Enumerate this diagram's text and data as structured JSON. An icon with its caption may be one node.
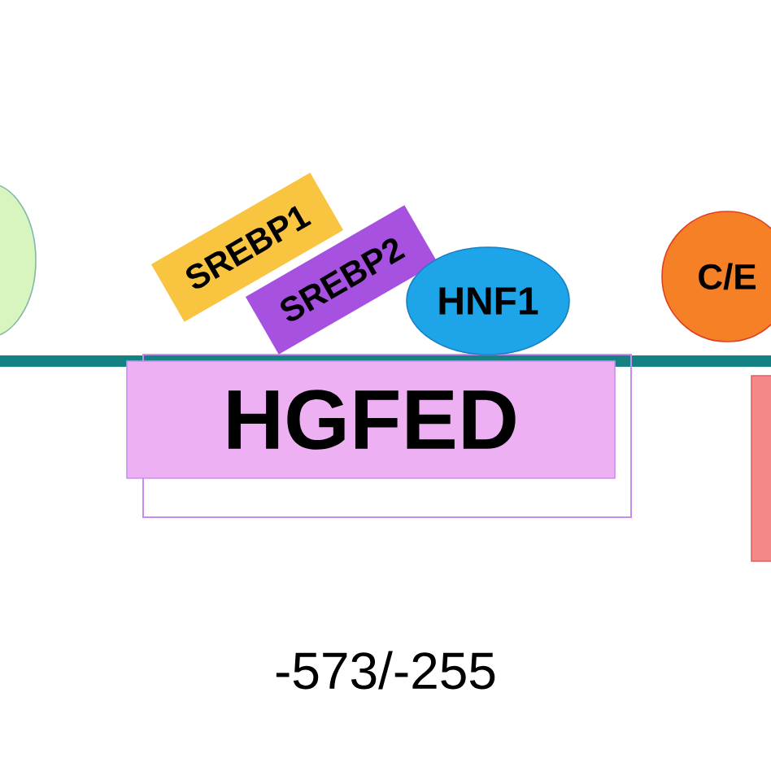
{
  "diagram": {
    "nodes": [
      {
        "text": [],
        "shape": "oval"
      },
      {
        "text": [
          "SREBP1"
        ]
      },
      {
        "text": [
          "SREBP2"
        ]
      },
      {
        "text": [
          "HNF1"
        ]
      },
      {
        "text": [
          "HGFED"
        ]
      },
      {
        "text": [
          "C/E"
        ]
      },
      {
        "text": [],
        "shape": "box"
      }
    ],
    "labels": [
      "-573/-255"
    ]
  }
}
